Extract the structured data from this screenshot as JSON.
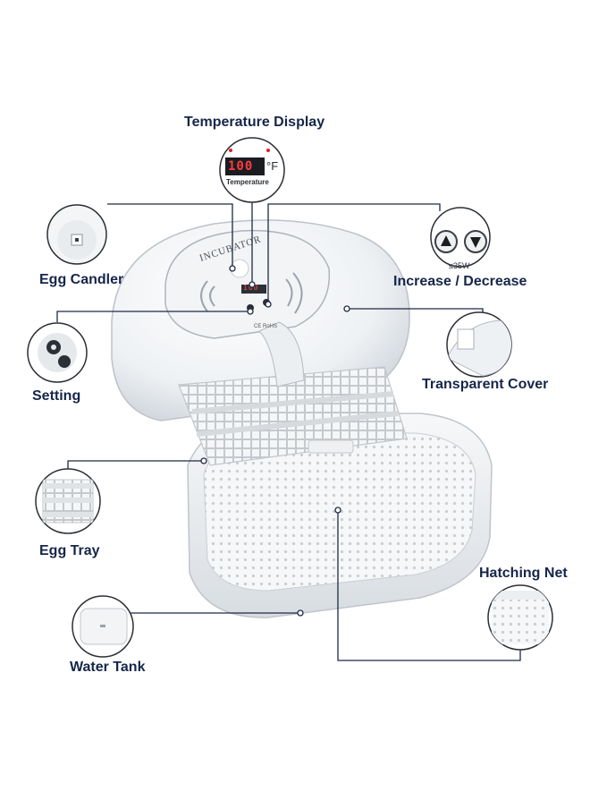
{
  "labels": {
    "temperature_display": "Temperature Display",
    "egg_candler": "Egg Candler",
    "increase_decrease": "Increase / Decrease",
    "setting": "Setting",
    "transparent_cover": "Transparent Cover",
    "egg_tray": "Egg Tray",
    "hatching_net": "Hatching Net",
    "water_tank": "Water Tank"
  },
  "display": {
    "reading": "100",
    "unit": "°F",
    "caption": "Temperature",
    "power": "≤35W"
  },
  "device": {
    "brand": "INCUBATOR",
    "panel_reading": "100",
    "cert": "CE RoHS"
  },
  "colors": {
    "label_text": "#16264a",
    "leader_line": "#1f2a44",
    "display_red": "#e0202a"
  }
}
